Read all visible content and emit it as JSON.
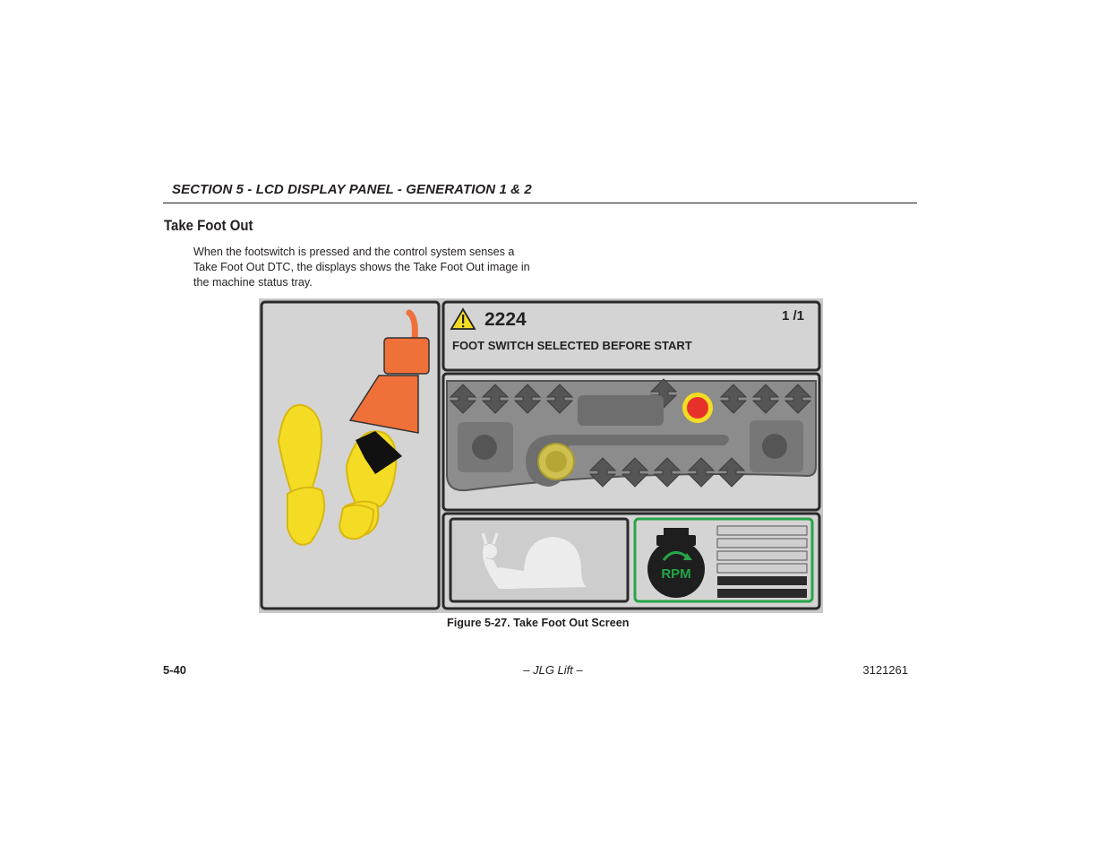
{
  "header": {
    "section": "SECTION 5 - LCD DISPLAY PANEL - GENERATION 1 & 2"
  },
  "title": "Take Foot Out",
  "body": {
    "lines": [
      "When the footswitch is pressed and the control system senses a",
      "Take Foot Out DTC, the displays shows the Take Foot Out image in",
      "the machine status tray."
    ]
  },
  "figure": {
    "fault_code": "2224",
    "page_indicator": "1 /1",
    "fault_message": "FOOT SWITCH SELECTED BEFORE START",
    "rpm_label": "RPM",
    "colors": {
      "foot_yellow": "#f5dc24",
      "pedal_orange": "#f0703a",
      "stop_red": "#e8302a",
      "rpm_green": "#27a548",
      "panel_gray": "#d4d4d4",
      "console_gray": "#8c8c8c"
    },
    "icons": [
      "warning-icon",
      "footprints-icon",
      "footswitch-icon",
      "snail-icon",
      "rpm-engine-icon",
      "stop-button-icon"
    ]
  },
  "caption": "Figure 5-27. Take Foot Out Screen",
  "footer": {
    "page": "5-40",
    "center": "– JLG Lift –",
    "doc_number": "3121261"
  }
}
